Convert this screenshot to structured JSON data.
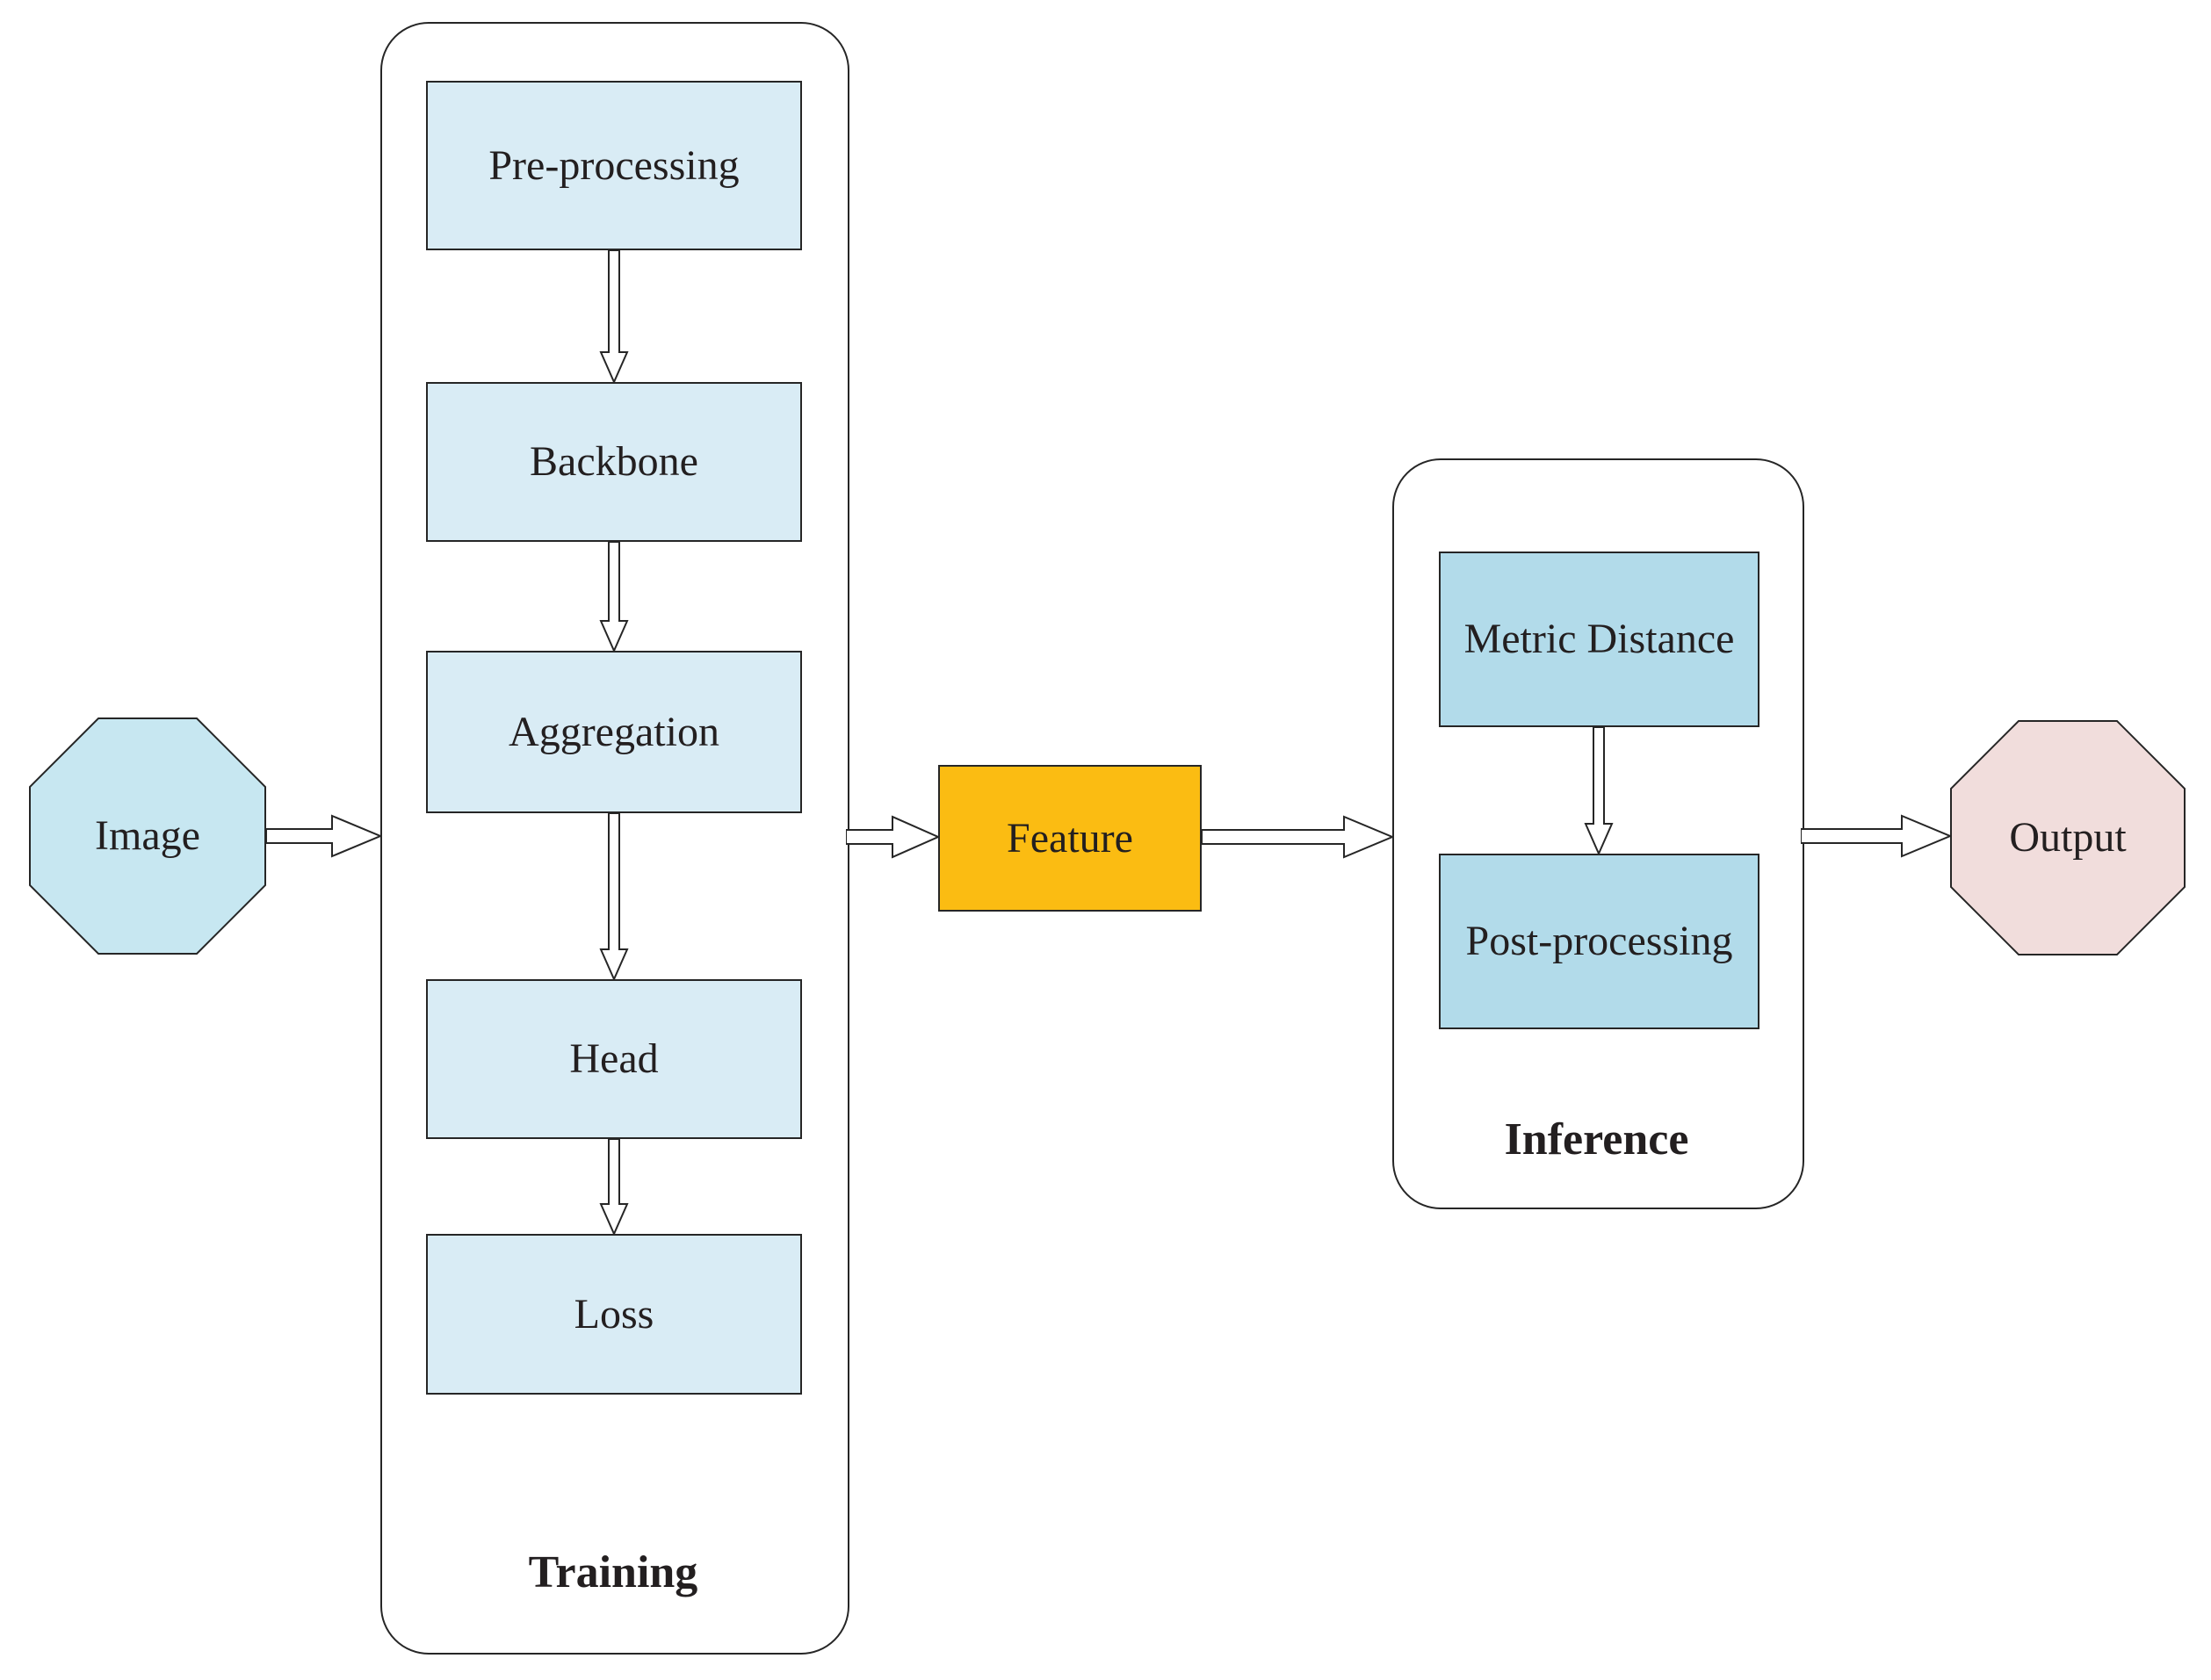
{
  "nodes": {
    "image": "Image",
    "pre_processing": "Pre-processing",
    "backbone": "Backbone",
    "aggregation": "Aggregation",
    "head": "Head",
    "loss": "Loss",
    "feature": "Feature",
    "metric_distance": "Metric Distance",
    "post_processing": "Post-processing",
    "output": "Output"
  },
  "groups": {
    "training": "Training",
    "inference": "Inference"
  },
  "edges": [
    {
      "from": "image",
      "to": "training"
    },
    {
      "from": "pre_processing",
      "to": "backbone"
    },
    {
      "from": "backbone",
      "to": "aggregation"
    },
    {
      "from": "aggregation",
      "to": "head"
    },
    {
      "from": "head",
      "to": "loss"
    },
    {
      "from": "training",
      "to": "feature"
    },
    {
      "from": "feature",
      "to": "inference"
    },
    {
      "from": "metric_distance",
      "to": "post_processing"
    },
    {
      "from": "inference",
      "to": "output"
    }
  ],
  "colors": {
    "training_box_fill": "#D9ECF5",
    "inference_box_fill": "#B2DBEA",
    "image_octagon_fill": "#C7E7F1",
    "output_octagon_fill": "#F1DDDC",
    "feature_fill": "#FBBC12",
    "stroke": "#262626",
    "text": "#231F20",
    "background": "#FFFFFF"
  }
}
